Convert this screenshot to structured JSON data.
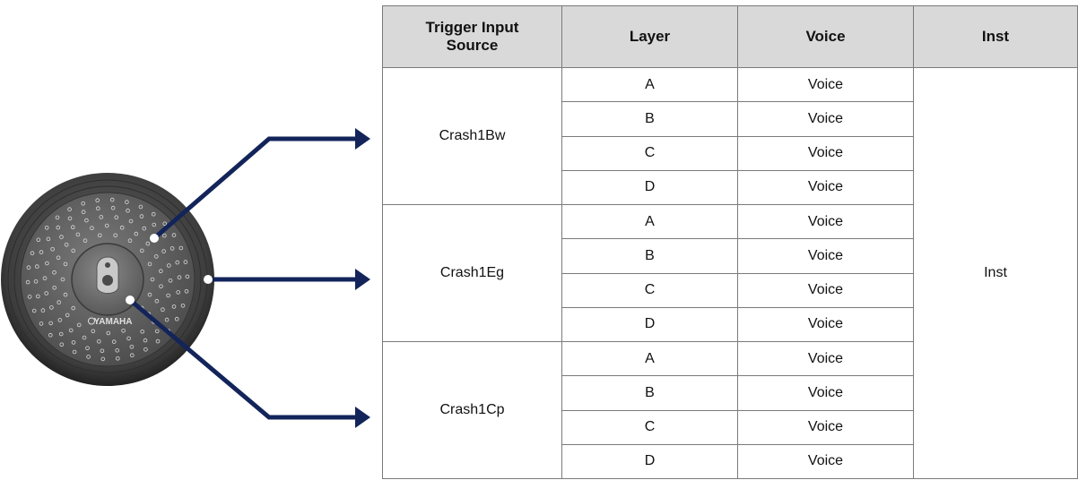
{
  "table": {
    "headers": {
      "source_line1": "Trigger Input",
      "source_line2": "Source",
      "layer": "Layer",
      "voice": "Voice",
      "inst": "Inst"
    },
    "groups": [
      {
        "source": "Crash1Bw",
        "layers": [
          {
            "layer": "A",
            "voice": "Voice"
          },
          {
            "layer": "B",
            "voice": "Voice"
          },
          {
            "layer": "C",
            "voice": "Voice"
          },
          {
            "layer": "D",
            "voice": "Voice"
          }
        ]
      },
      {
        "source": "Crash1Eg",
        "layers": [
          {
            "layer": "A",
            "voice": "Voice"
          },
          {
            "layer": "B",
            "voice": "Voice"
          },
          {
            "layer": "C",
            "voice": "Voice"
          },
          {
            "layer": "D",
            "voice": "Voice"
          }
        ]
      },
      {
        "source": "Crash1Cp",
        "layers": [
          {
            "layer": "A",
            "voice": "Voice"
          },
          {
            "layer": "B",
            "voice": "Voice"
          },
          {
            "layer": "C",
            "voice": "Voice"
          },
          {
            "layer": "D",
            "voice": "Voice"
          }
        ]
      }
    ],
    "inst": "Inst"
  },
  "cymbal": {
    "brand": "YAMAHA",
    "icon": "cymbal-pad-icon"
  },
  "colors": {
    "arrow": "#13245a",
    "header_bg": "#d9d9d9",
    "cymbal_rim": "#4a4a4a",
    "cymbal_face": "#5e5e5e"
  }
}
